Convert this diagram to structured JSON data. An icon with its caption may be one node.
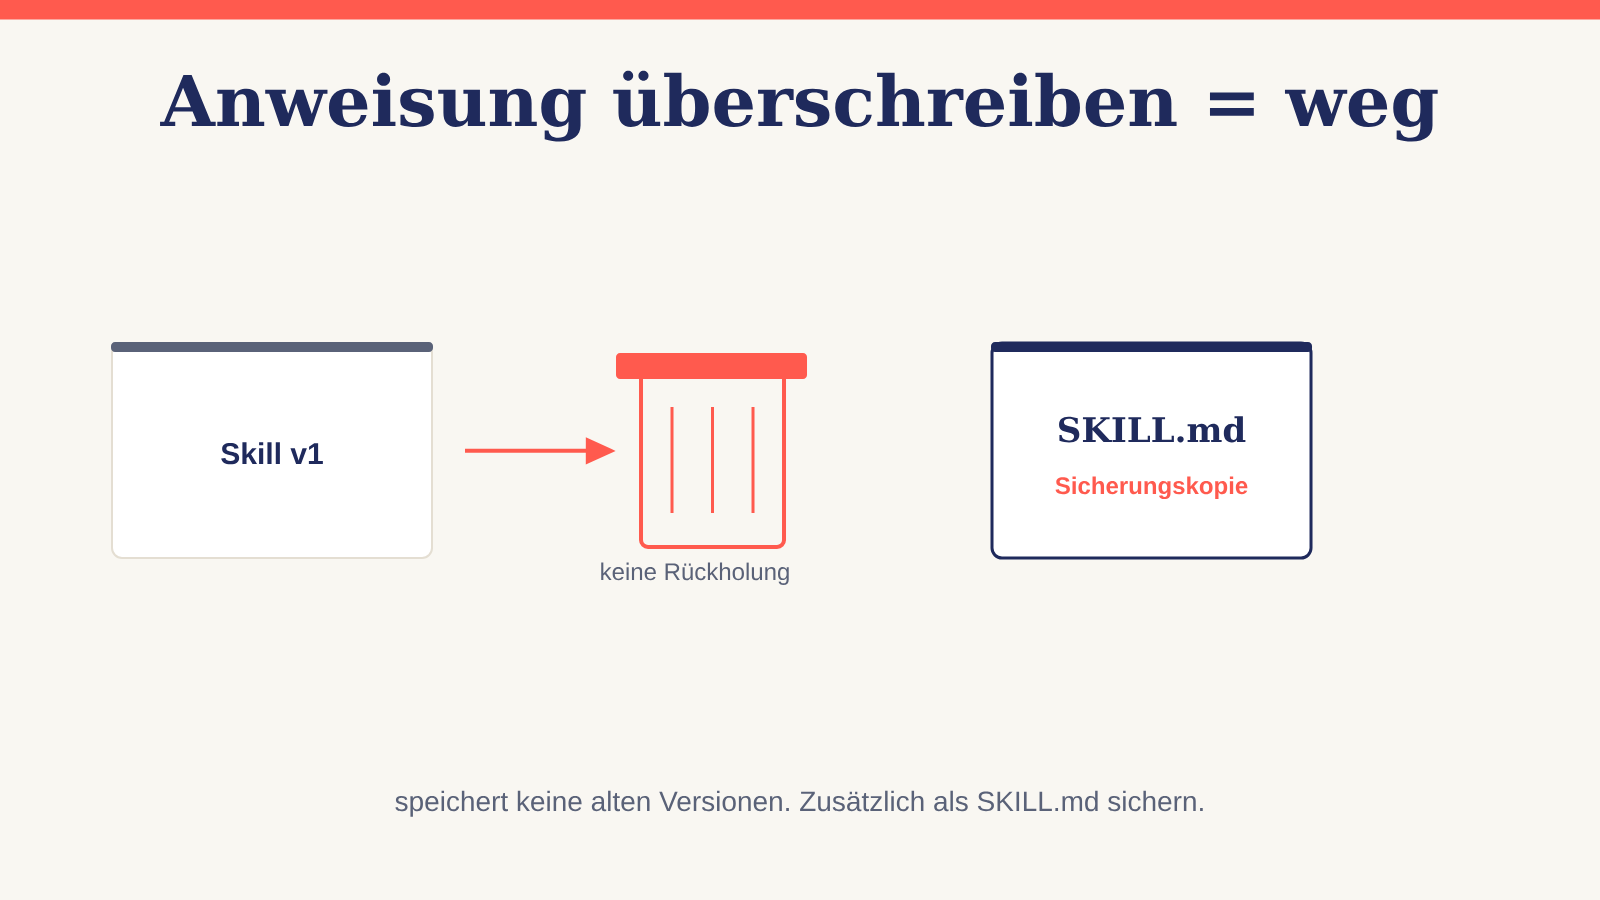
{
  "diagram": {
    "title": "Anweisung überschreiben = weg",
    "caption": "speichert keine alten Versionen. Zusätzlich als SKILL.md sichern.",
    "nodes": [
      {
        "text": [
          "Skill v1"
        ]
      },
      {
        "text": [],
        "shape": "bin",
        "beside": [
          "keine Rückholung"
        ]
      },
      {
        "text": [
          "SKILL.md",
          "Sicherungskopie"
        ]
      }
    ],
    "edges": [
      {
        "from": 0,
        "to": 1,
        "arrow": "to",
        "color": "#ff5a4e"
      }
    ]
  }
}
